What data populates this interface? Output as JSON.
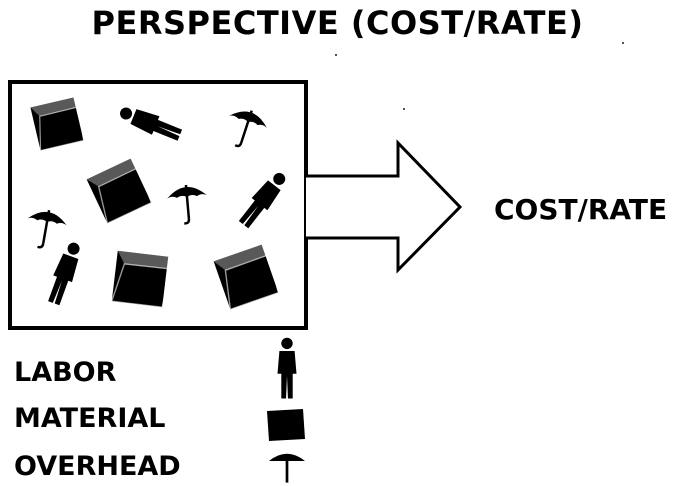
{
  "title": "PERSPECTIVE (COST/RATE)",
  "output_label": "COST/RATE",
  "legend": [
    {
      "label": "LABOR",
      "icon": "person-icon"
    },
    {
      "label": "MATERIAL",
      "icon": "cube-icon"
    },
    {
      "label": "OVERHEAD",
      "icon": "umbrella-icon"
    }
  ],
  "colors": {
    "ink": "#000000",
    "background": "#ffffff"
  }
}
